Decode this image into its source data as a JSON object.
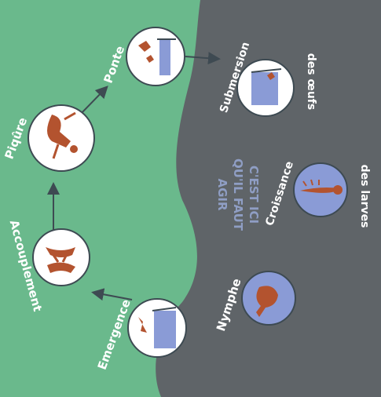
{
  "colors": {
    "background": "#6ab98c",
    "zone": "#5f6468",
    "zone_text": "#8f9ec4",
    "circle_fill": "#ffffff",
    "circle_stroke": "#3d4a52",
    "mosquito": "#b3532f",
    "water_tile": "#8a9bd6",
    "arrow": "#3e4a52",
    "label": "#ffffff"
  },
  "zone": {
    "text_lines": [
      "C'EST ICI",
      "QU'IL FAUT",
      "AGIR"
    ]
  },
  "stages": [
    {
      "id": "emergence",
      "label": "Emergence",
      "icon": "emergence-icon"
    },
    {
      "id": "accouplement",
      "label": "Accouplement",
      "icon": "mating-mosquitoes-icon"
    },
    {
      "id": "piqure",
      "label": "Piqûre",
      "icon": "biting-mosquito-icon"
    },
    {
      "id": "ponte",
      "label": "Ponte",
      "icon": "egg-laying-icon"
    },
    {
      "id": "submersion",
      "label_lines": [
        "Submersion",
        "des œufs"
      ],
      "icon": "submerged-eggs-icon"
    },
    {
      "id": "croissance",
      "label_lines": [
        "Croissance",
        "des larves"
      ],
      "icon": "larva-icon"
    },
    {
      "id": "nymphe",
      "label": "Nymphe",
      "icon": "pupa-icon"
    }
  ]
}
